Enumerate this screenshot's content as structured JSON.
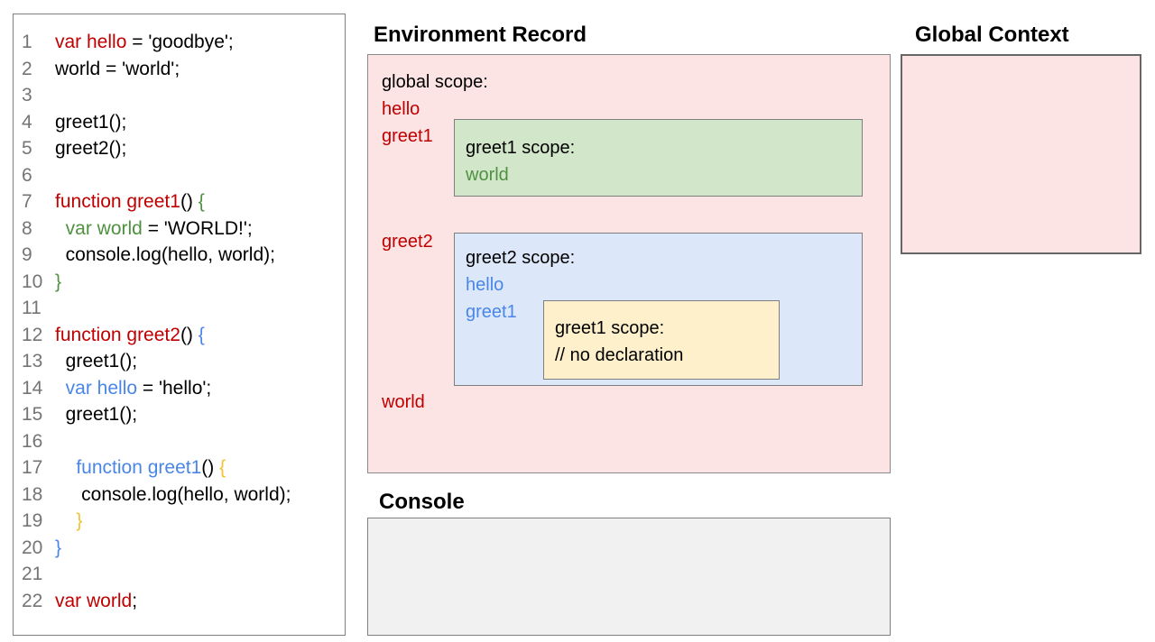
{
  "palette": {
    "red": "#c00000",
    "green": "#4f9140",
    "blue": "#4a86e8",
    "yellow": "#f1c232",
    "black": "#000000",
    "gray": "#757575"
  },
  "boxes": {
    "env_pink": "#fce4e5",
    "scope_green": "#d2e7c9",
    "scope_blue": "#dce8fa",
    "scope_yellow": "#fdf0cb",
    "console_gray": "#f1f1f1"
  },
  "code_panel": {
    "lines": [
      {
        "num": "1",
        "tokens": [
          {
            "t": "var hello",
            "c": "red"
          },
          {
            "t": " = 'goodbye';",
            "c": "black"
          }
        ]
      },
      {
        "num": "2",
        "tokens": [
          {
            "t": "world = 'world';",
            "c": "black"
          }
        ]
      },
      {
        "num": "3",
        "tokens": []
      },
      {
        "num": "4",
        "tokens": [
          {
            "t": "greet1();",
            "c": "black"
          }
        ]
      },
      {
        "num": "5",
        "tokens": [
          {
            "t": "greet2();",
            "c": "black"
          }
        ]
      },
      {
        "num": "6",
        "tokens": []
      },
      {
        "num": "7",
        "tokens": [
          {
            "t": "function greet1",
            "c": "red"
          },
          {
            "t": "() ",
            "c": "black"
          },
          {
            "t": "{",
            "c": "green"
          }
        ]
      },
      {
        "num": "8",
        "tokens": [
          {
            "t": "  ",
            "c": "black"
          },
          {
            "t": "var world",
            "c": "green"
          },
          {
            "t": " = 'WORLD!';",
            "c": "black"
          }
        ]
      },
      {
        "num": "9",
        "tokens": [
          {
            "t": "  console.log(hello, world);",
            "c": "black"
          }
        ]
      },
      {
        "num": "10",
        "tokens": [
          {
            "t": "}",
            "c": "green"
          }
        ]
      },
      {
        "num": "11",
        "tokens": []
      },
      {
        "num": "12",
        "tokens": [
          {
            "t": "function greet2",
            "c": "red"
          },
          {
            "t": "() ",
            "c": "black"
          },
          {
            "t": "{",
            "c": "blue"
          }
        ]
      },
      {
        "num": "13",
        "tokens": [
          {
            "t": "  greet1();",
            "c": "black"
          }
        ]
      },
      {
        "num": "14",
        "tokens": [
          {
            "t": "  ",
            "c": "black"
          },
          {
            "t": "var hello",
            "c": "blue"
          },
          {
            "t": " = 'hello';",
            "c": "black"
          }
        ]
      },
      {
        "num": "15",
        "tokens": [
          {
            "t": "  greet1();",
            "c": "black"
          }
        ]
      },
      {
        "num": "16",
        "tokens": []
      },
      {
        "num": "17",
        "tokens": [
          {
            "t": "    ",
            "c": "black"
          },
          {
            "t": "function greet1",
            "c": "blue"
          },
          {
            "t": "() ",
            "c": "black"
          },
          {
            "t": "{",
            "c": "yellow"
          }
        ]
      },
      {
        "num": "18",
        "tokens": [
          {
            "t": "     console.log(hello, world);",
            "c": "black"
          }
        ]
      },
      {
        "num": "19",
        "tokens": [
          {
            "t": "    ",
            "c": "black"
          },
          {
            "t": "}",
            "c": "yellow"
          }
        ]
      },
      {
        "num": "20",
        "tokens": [
          {
            "t": "}",
            "c": "blue"
          }
        ]
      },
      {
        "num": "21",
        "tokens": []
      },
      {
        "num": "22",
        "tokens": [
          {
            "t": "var world",
            "c": "red"
          },
          {
            "t": ";",
            "c": "black"
          }
        ]
      }
    ]
  },
  "environment_record": {
    "title": "Environment Record",
    "global_label": "global scope:",
    "var_hello": "hello",
    "var_greet1": "greet1",
    "var_greet2": "greet2",
    "var_world": "world",
    "greet1_scope": {
      "label": "greet1 scope:",
      "var_world": "world"
    },
    "greet2_scope": {
      "label": "greet2 scope:",
      "var_hello": "hello",
      "var_greet1": "greet1",
      "greet1_scope": {
        "label": "greet1 scope:",
        "comment": "// no declaration"
      }
    }
  },
  "global_context": {
    "title": "Global Context"
  },
  "console_panel": {
    "title": "Console"
  }
}
